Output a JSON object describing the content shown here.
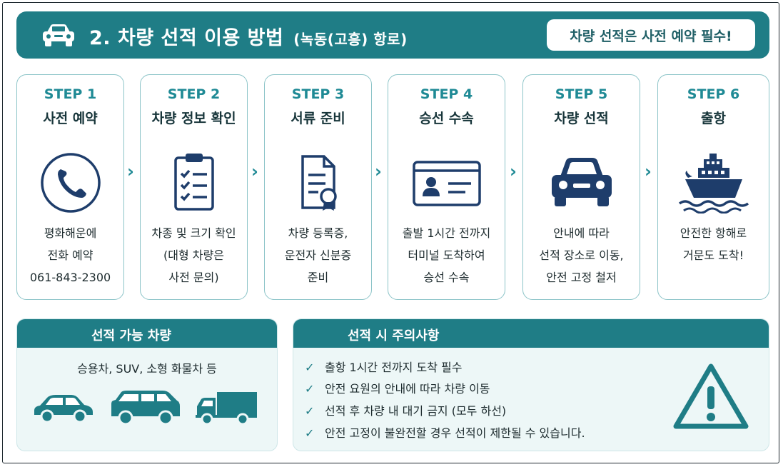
{
  "header": {
    "title": "2. 차량 선적 이용 방법",
    "route": "(녹동(고흥) 항로)",
    "notice": "차량 선적은 사전 예약 필수!"
  },
  "steps": [
    {
      "label": "STEP 1",
      "name": "사전 예약",
      "icon": "phone-icon",
      "desc": [
        "평화해운에",
        "전화 예약",
        "061-843-2300"
      ]
    },
    {
      "label": "STEP 2",
      "name": "차량 정보 확인",
      "icon": "clipboard-checklist-icon",
      "desc": [
        "차종 및 크기 확인",
        "(대형 차량은",
        "사전 문의)"
      ]
    },
    {
      "label": "STEP 3",
      "name": "서류 준비",
      "icon": "document-certificate-icon",
      "desc": [
        "차량 등록증,",
        "운전자 신분증",
        "준비"
      ]
    },
    {
      "label": "STEP 4",
      "name": "승선 수속",
      "icon": "id-card-icon",
      "desc": [
        "출발 1시간 전까지",
        "터미널 도착하여",
        "승선 수속"
      ]
    },
    {
      "label": "STEP 5",
      "name": "차량 선적",
      "icon": "car-front-icon",
      "desc": [
        "안내에 따라",
        "선적 장소로 이동,",
        "안전 고정 철저"
      ]
    },
    {
      "label": "STEP 6",
      "name": "출항",
      "icon": "ship-icon",
      "desc": [
        "안전한 항해로",
        "거문도 도착!"
      ]
    }
  ],
  "vehicles": {
    "title": "선적 가능 차량",
    "desc": "승용차, SUV, 소형 화물차 등"
  },
  "cautions": {
    "title": "선적 시 주의사항",
    "items": [
      "출항 1시간 전까지 도착 필수",
      "안전 요원의 안내에 따라 차량 이동",
      "선적 후 차량 내 대기 금지 (모두 하선)",
      "안전 고정이 불완전할 경우 선적이 제한될 수 있습니다."
    ]
  },
  "colors": {
    "accent": "#1f7d86",
    "navy": "#1e3d6b",
    "step_label": "#1f8a95"
  }
}
